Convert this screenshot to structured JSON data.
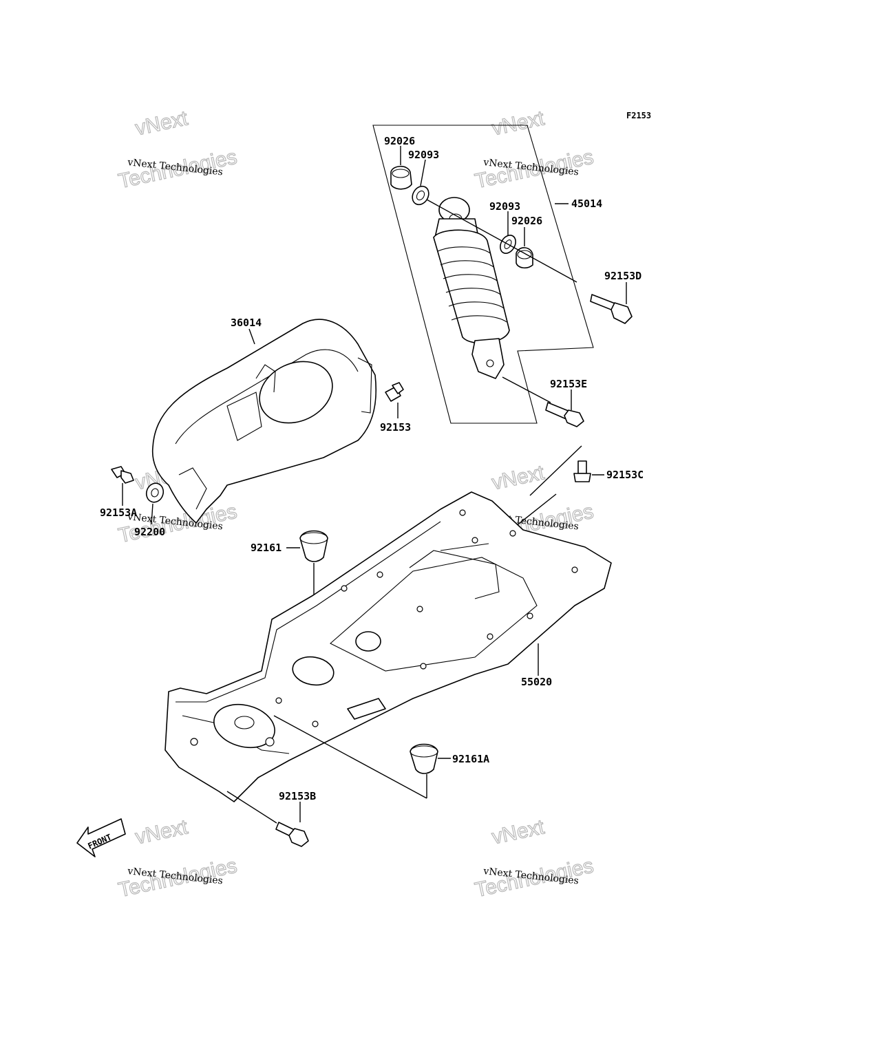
{
  "figure_ref": "F2153",
  "watermark": {
    "line1": "vNext Technologies",
    "line2": "vNext",
    "line3": "Technologies"
  },
  "front_arrow_label": "FRONT",
  "labels": {
    "p92026_top": "92026",
    "p92093_top": "92093",
    "p45014": "45014",
    "p92093_mid": "92093",
    "p92026_mid": "92026",
    "p92153D": "92153D",
    "p36014": "36014",
    "p92153": "92153",
    "p92153E": "92153E",
    "p92153C": "92153C",
    "p92153A": "92153A",
    "p92200": "92200",
    "p92161": "92161",
    "p55020": "55020",
    "p92161A": "92161A",
    "p92153B": "92153B"
  }
}
